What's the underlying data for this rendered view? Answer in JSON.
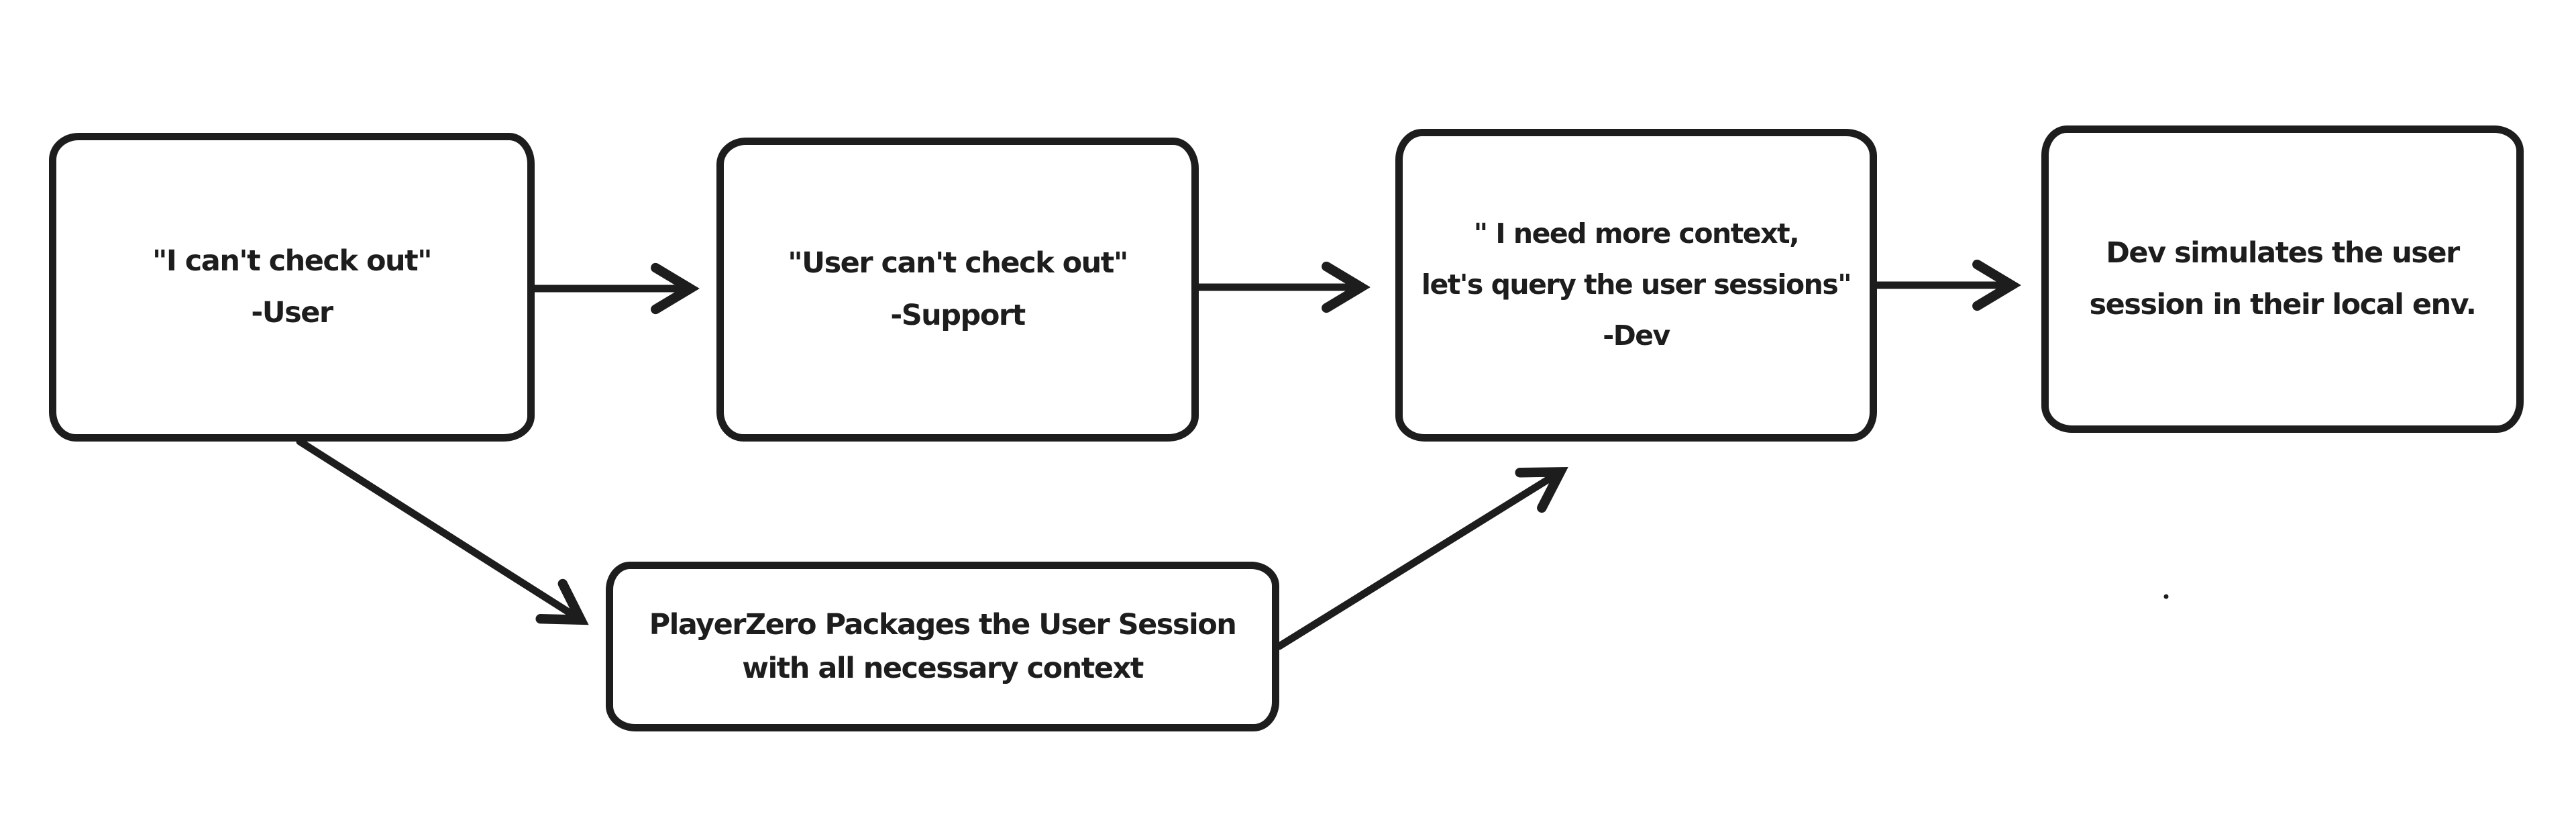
{
  "colors": {
    "ink": "#1d1d1d",
    "background": "#ffffff"
  },
  "nodes": {
    "user": {
      "lines": [
        "\"I can't check out\"",
        "-User"
      ]
    },
    "support": {
      "lines": [
        "\"User can't check out\"",
        "-Support"
      ]
    },
    "dev": {
      "lines": [
        "\" I need more context,",
        "let's query the user sessions\"",
        "-Dev"
      ]
    },
    "simulate": {
      "lines": [
        "Dev simulates the user",
        "session in their local env."
      ]
    },
    "playerzero": {
      "lines": [
        "PlayerZero Packages the User Session",
        "with all necessary context"
      ]
    }
  },
  "edges": [
    {
      "from": "user",
      "to": "support"
    },
    {
      "from": "support",
      "to": "dev"
    },
    {
      "from": "dev",
      "to": "simulate"
    },
    {
      "from": "user",
      "to": "playerzero"
    },
    {
      "from": "playerzero",
      "to": "dev"
    }
  ]
}
